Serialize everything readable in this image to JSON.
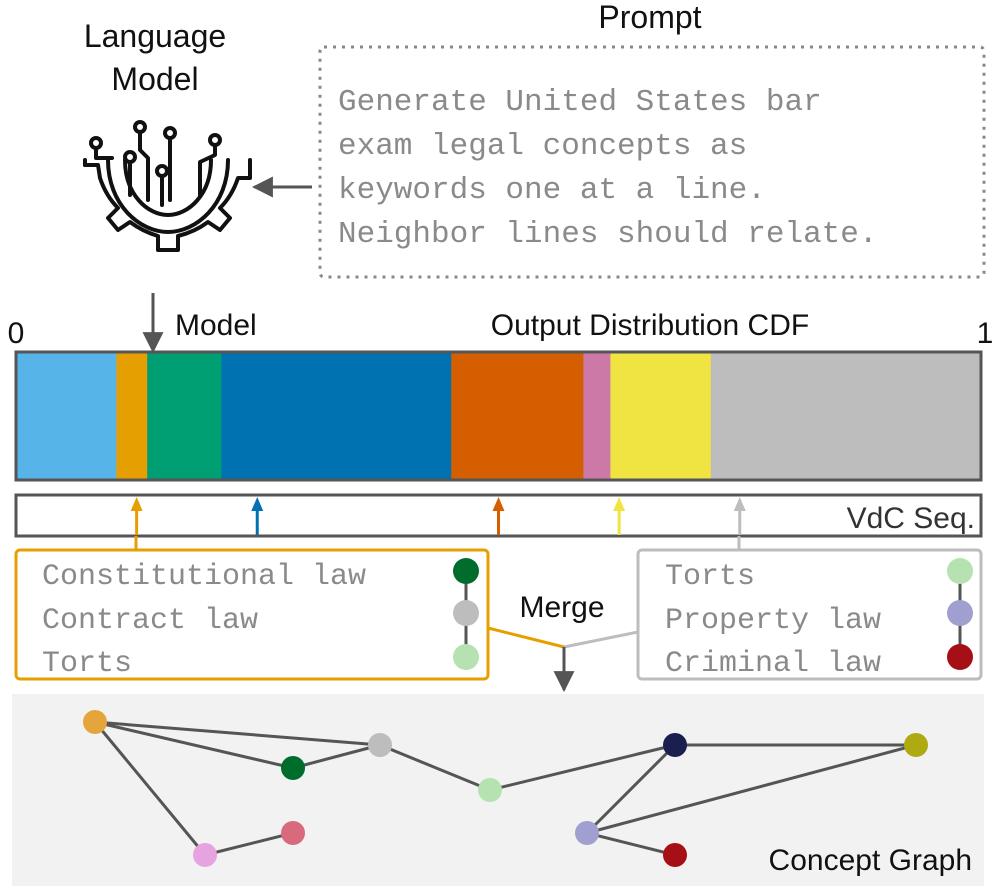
{
  "header": {
    "language_model_line1": "Language",
    "language_model_line2": "Model",
    "prompt_title": "Prompt"
  },
  "prompt": {
    "lines": [
      "Generate United States bar",
      "exam legal concepts as",
      "keywords one at a line.",
      "Neighbor lines should relate."
    ]
  },
  "cdf": {
    "start_label": "0",
    "end_label": "1",
    "model_label": "Model",
    "title": "Output Distribution CDF",
    "segments": [
      {
        "color": "#56B4E9",
        "width": 0.104
      },
      {
        "color": "#E69F00",
        "width": 0.032
      },
      {
        "color": "#009E73",
        "width": 0.077
      },
      {
        "color": "#0072B2",
        "width": 0.238
      },
      {
        "color": "#D55E00",
        "width": 0.137
      },
      {
        "color": "#CC79A7",
        "width": 0.028
      },
      {
        "color": "#F0E442",
        "width": 0.104
      },
      {
        "color": "#BDBDBD",
        "width": 0.28
      }
    ]
  },
  "vdc": {
    "label": "VdC Seq.",
    "arrows": [
      {
        "color": "#E69F00",
        "position": 0.125
      },
      {
        "color": "#0072B2",
        "position": 0.25
      },
      {
        "color": "#D55E00",
        "position": 0.5
      },
      {
        "color": "#F0E442",
        "position": 0.625
      },
      {
        "color": "#BDBDBD",
        "position": 0.75
      }
    ]
  },
  "left_sample": {
    "border_color": "#E69F00",
    "items": [
      {
        "label": "Constitutional law",
        "color": "#006D2C"
      },
      {
        "label": "Contract law",
        "color": "#BDBDBD"
      },
      {
        "label": "Torts",
        "color": "#B5E2B0"
      }
    ]
  },
  "right_sample": {
    "border_color": "#BDBDBD",
    "items": [
      {
        "label": "Torts",
        "color": "#B5E2B0"
      },
      {
        "label": "Property law",
        "color": "#A09FCF"
      },
      {
        "label": "Criminal law",
        "color": "#A50F15"
      }
    ]
  },
  "merge_label": "Merge",
  "graph": {
    "title": "Concept Graph",
    "nodes": [
      {
        "color": "#E6A53B"
      },
      {
        "color": "#006D2C"
      },
      {
        "color": "#BDBDBD"
      },
      {
        "color": "#E7A3E0"
      },
      {
        "color": "#D96A7E"
      },
      {
        "color": "#B5E2B0"
      },
      {
        "color": "#A09FCF"
      },
      {
        "color": "#1A1F4F"
      },
      {
        "color": "#AFAA12"
      },
      {
        "color": "#A50F15"
      }
    ],
    "edges": [
      [
        0,
        1
      ],
      [
        0,
        2
      ],
      [
        0,
        3
      ],
      [
        1,
        2
      ],
      [
        3,
        4
      ],
      [
        2,
        5
      ],
      [
        5,
        7
      ],
      [
        6,
        7
      ],
      [
        7,
        8
      ],
      [
        6,
        8
      ],
      [
        6,
        9
      ]
    ]
  }
}
